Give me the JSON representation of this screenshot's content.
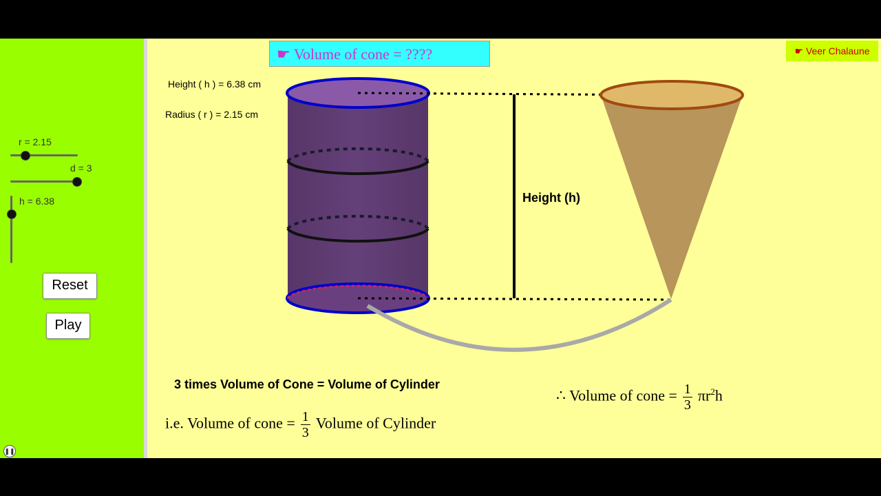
{
  "sidebar": {
    "sliders": [
      {
        "label": "r = 2.15"
      },
      {
        "label": "d = 3"
      },
      {
        "label": "h = 6.38"
      }
    ],
    "reset_label": "Reset",
    "play_label": "Play",
    "pause_icon": "pause-icon"
  },
  "canvas": {
    "title": "☛ Volume of cone = ????",
    "author": "☛ Veer Chalaune",
    "height_text": "Height ( h ) = 6.38 cm",
    "radius_text": "Radius ( r ) = 2.15 cm",
    "height_marker": "Height (h)",
    "statement": "3 times Volume of Cone = Volume of Cylinder",
    "eq1_prefix": "i.e. Volume of cone =",
    "eq1_num": "1",
    "eq1_den": "3",
    "eq1_suffix": "Volume of Cylinder",
    "eq2_prefix": "∴ Volume of cone =",
    "eq2_num": "1",
    "eq2_den": "3",
    "eq2_suffix": "πr",
    "eq2_exp": "2",
    "eq2_tail": "h"
  },
  "colors": {
    "sidebar_bg": "#99ff00",
    "canvas_bg": "#ffff99",
    "cylinder_fill": "#5e3a73",
    "cylinder_rim": "#0000cc",
    "cone_fill": "#b8955a",
    "cone_rim": "#a04a10",
    "title_bg": "#33ffff",
    "title_text": "#cc33cc",
    "author_bg": "#ccff00",
    "author_text": "#cc0000"
  }
}
